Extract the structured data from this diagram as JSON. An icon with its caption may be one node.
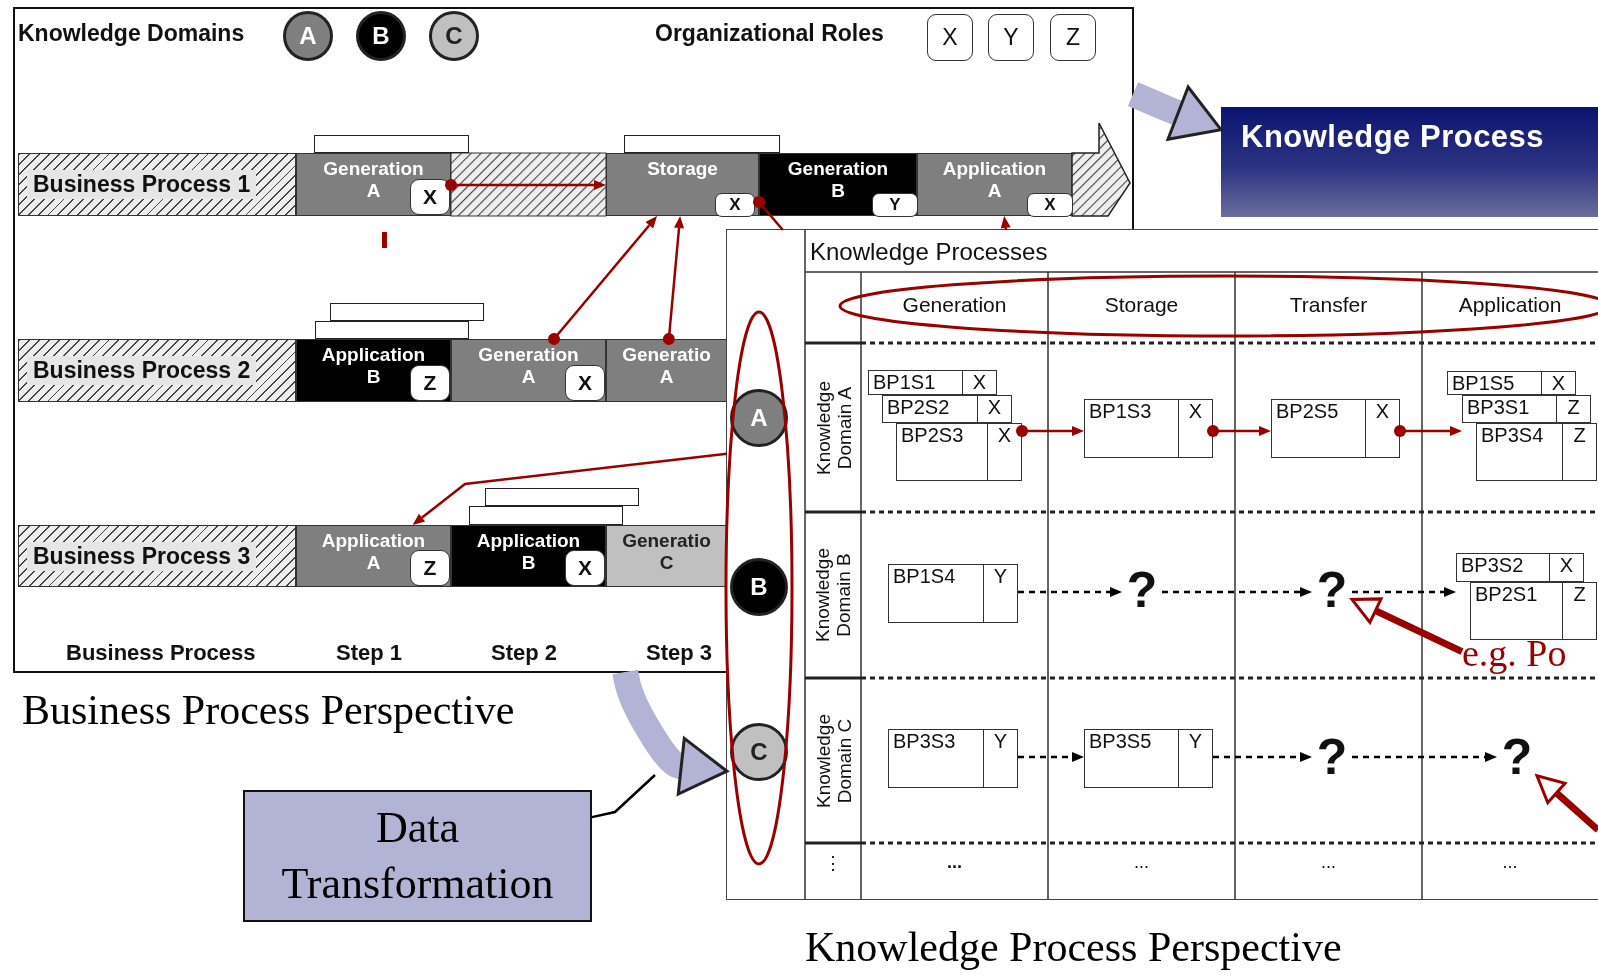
{
  "diagram": {
    "nodes": [
      {
        "text": [],
        "shape": "box",
        "beside": [
          "Business Process Perspective"
        ]
      },
      {
        "text": [
          "A"
        ],
        "in": 0
      },
      {
        "text": [
          "B"
        ],
        "in": 0
      },
      {
        "text": [
          "C"
        ],
        "in": 0
      },
      {
        "text": [
          "X"
        ],
        "in": 0
      },
      {
        "text": [
          "Y"
        ],
        "in": 0
      },
      {
        "text": [
          "Z"
        ],
        "in": 0
      },
      {
        "text": [],
        "shape": "box",
        "in": 0
      },
      {
        "text": [],
        "shape": "box",
        "in": 0
      },
      {
        "text": [
          "Business Process 1"
        ],
        "in": 0
      },
      {
        "text": [
          "Generation A"
        ],
        "in": 0
      },
      {
        "text": [
          "Storage"
        ],
        "in": 0
      },
      {
        "text": [
          "Generation B"
        ],
        "in": 0
      },
      {
        "text": [
          "Application A"
        ],
        "in": 0
      },
      {
        "text": [
          "X"
        ],
        "in": 10
      },
      {
        "text": [
          "X"
        ],
        "in": 11
      },
      {
        "text": [
          "Y"
        ],
        "in": 12
      },
      {
        "text": [
          "X"
        ],
        "in": 13
      },
      {
        "text": [],
        "shape": "box",
        "in": 0
      },
      {
        "text": [],
        "shape": "box",
        "in": 0
      },
      {
        "text": [
          "Business Process 2"
        ],
        "in": 0
      },
      {
        "text": [
          "Application B"
        ],
        "in": 0
      },
      {
        "text": [
          "Generation A"
        ],
        "in": 0
      },
      {
        "text": [
          "Generatio A"
        ],
        "in": 0
      },
      {
        "text": [
          "Z"
        ],
        "in": 21
      },
      {
        "text": [
          "X"
        ],
        "in": 22
      },
      {
        "text": [],
        "shape": "box",
        "in": 0
      },
      {
        "text": [],
        "shape": "box",
        "in": 0
      },
      {
        "text": [
          "Business Process 3"
        ],
        "in": 0
      },
      {
        "text": [
          "Application A"
        ],
        "in": 0
      },
      {
        "text": [
          "Application B"
        ],
        "in": 0
      },
      {
        "text": [
          "Generatio C"
        ],
        "in": 0
      },
      {
        "text": [
          "Z"
        ],
        "in": 29
      },
      {
        "text": [
          "X"
        ],
        "in": 30
      },
      {
        "text": [
          "Data Transformation"
        ]
      },
      {
        "text": [
          "Knowledge Process"
        ]
      },
      {
        "text": [
          "Knowledge Processes"
        ],
        "beside": [
          "Knowledge Process Perspective"
        ]
      },
      {
        "text": [
          "A"
        ]
      },
      {
        "text": [
          "B"
        ]
      },
      {
        "text": [
          "C"
        ],
        "in": 36
      },
      {
        "text": [
          "BP1S1",
          "X"
        ]
      },
      {
        "text": [
          "BP2S2",
          "X"
        ]
      },
      {
        "text": [
          "BP2S3",
          "X"
        ]
      },
      {
        "text": [
          "BP1S3",
          "X"
        ],
        "in": 36
      },
      {
        "text": [
          "BP2S5",
          "X"
        ],
        "in": 36
      },
      {
        "text": [
          "BP1S5",
          "X"
        ],
        "in": 36
      },
      {
        "text": [
          "BP3S1",
          "Z"
        ],
        "in": 36
      },
      {
        "text": [
          "BP3S4",
          "Z"
        ],
        "in": 36
      },
      {
        "text": [
          "BP1S4",
          "Y"
        ]
      },
      {
        "text": [
          "?"
        ],
        "in": 36
      },
      {
        "text": [
          "?"
        ],
        "in": 36
      },
      {
        "text": [
          "BP3S2",
          "X"
        ],
        "in": 36
      },
      {
        "text": [
          "BP2S1",
          "Z"
        ],
        "in": 36
      },
      {
        "text": [
          "BP3S3",
          "Y"
        ],
        "in": 36
      },
      {
        "text": [
          "BP3S5",
          "Y"
        ],
        "in": 36
      },
      {
        "text": [
          "?"
        ],
        "in": 36
      },
      {
        "text": [
          "?"
        ],
        "in": 36
      },
      {
        "text": [
          "e.g. Po"
        ],
        "in": 36
      }
    ],
    "edges": [
      {
        "from": 10,
        "to": 11,
        "arrow": "to"
      },
      {
        "from": 22,
        "to": 11,
        "arrow": "to"
      },
      {
        "from": 23,
        "to": 11,
        "arrow": "to"
      },
      {
        "from": 11,
        "to": 36,
        "arrow": "other"
      },
      {
        "from": 36,
        "to": 29,
        "arrow": "to"
      },
      {
        "from": 36,
        "to": 13,
        "arrow": "to"
      },
      {
        "from": 42,
        "to": 43,
        "arrow": "to"
      },
      {
        "from": 43,
        "to": 44,
        "arrow": "to"
      },
      {
        "from": 44,
        "to": 46,
        "arrow": "to"
      },
      {
        "from": 48,
        "to": 49,
        "arrow": "to",
        "style": "dashed",
        "color": "#000000"
      },
      {
        "from": 49,
        "to": 50,
        "arrow": "to",
        "style": "dashed",
        "color": "#000000"
      },
      {
        "from": 50,
        "to": 51,
        "arrow": "to",
        "style": "dashed",
        "color": "#000000"
      },
      {
        "from": 53,
        "to": 54,
        "arrow": "to",
        "style": "dashed",
        "color": "#000000"
      },
      {
        "from": 54,
        "to": 55,
        "arrow": "to",
        "style": "dashed",
        "color": "#000000"
      },
      {
        "from": 55,
        "to": 56,
        "arrow": "to",
        "style": "dashed",
        "color": "#000000"
      },
      {
        "from": 57,
        "to": 50,
        "arrow": "to",
        "style": "thick"
      },
      {
        "from": null,
        "to": 56,
        "arrow": "to",
        "style": "thick"
      },
      {
        "from": 0,
        "to": 36,
        "arrow": "to",
        "style": "thick",
        "color": "#b3b3d6"
      },
      {
        "from": 0,
        "to": 35,
        "arrow": "to",
        "style": "thick",
        "color": "#b3b3d6"
      },
      {
        "from": 34,
        "to": null,
        "arrow": "none",
        "color": "#000000"
      }
    ],
    "labels": [
      "Knowledge Domains",
      "Organizational Roles",
      "Business Process",
      "Step 1",
      "Step 2",
      "Step 3",
      "Generation",
      "Storage",
      "Transfer",
      "Application",
      "Knowledge Domain A",
      "Knowledge Domain B",
      "Knowledge Domain C",
      "⋮",
      "...",
      "...",
      "...",
      "..."
    ]
  }
}
